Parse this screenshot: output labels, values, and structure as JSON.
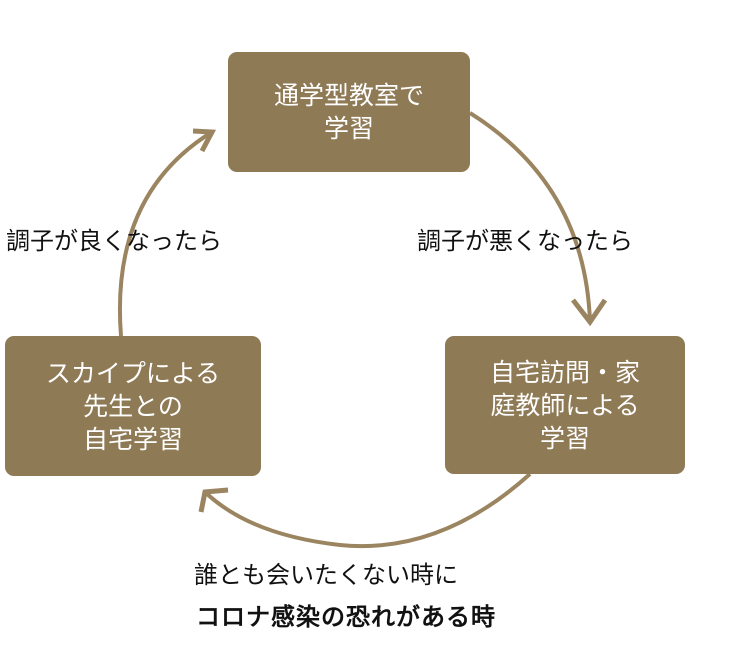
{
  "nodes": {
    "top": {
      "lines": [
        "通学型教室で",
        "学習"
      ]
    },
    "right": {
      "lines": [
        "自宅訪問・家",
        "庭教師による",
        "学習"
      ]
    },
    "left": {
      "lines": [
        "スカイプによる",
        "先生との",
        "自宅学習"
      ]
    }
  },
  "labels": {
    "left": "調子が良くなったら",
    "right": "調子が悪くなったら",
    "bottom_1": "誰とも会いたくない時に",
    "bottom_2": "コロナ感染の恐れがある時"
  },
  "colors": {
    "node_fill": "#8f7a56",
    "node_text": "#ffffff",
    "arrow": "#9b8560",
    "label_text": "#111111"
  }
}
